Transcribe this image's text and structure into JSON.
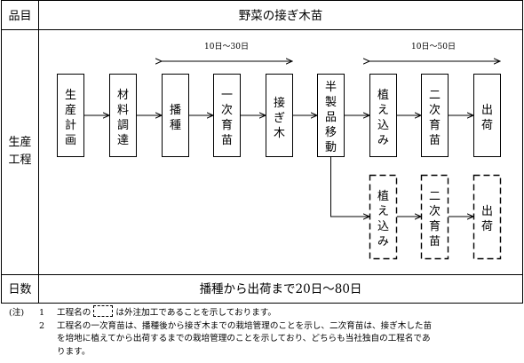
{
  "table": {
    "header_label": "品目",
    "title": "野菜の接ぎ木苗",
    "row_label_line1": "生産",
    "row_label_line2": "工程",
    "days_label": "日数",
    "days_value": "播種から出荷まで20日～80日"
  },
  "durations": {
    "first": "10日～30日",
    "second": "10日～50日"
  },
  "steps": {
    "production_plan": [
      "生",
      "産",
      "計",
      "画"
    ],
    "materials": [
      "材",
      "料",
      "調",
      "達"
    ],
    "sowing": [
      "播",
      "種"
    ],
    "primary_seedling": [
      "一",
      "次",
      "育",
      "苗"
    ],
    "grafting": [
      "接",
      "ぎ",
      "木"
    ],
    "transfer": [
      "半",
      "製",
      "品",
      "移",
      "動"
    ],
    "planting": [
      "植",
      "え",
      "込",
      "み"
    ],
    "secondary_seedling": [
      "二",
      "次",
      "育",
      "苗"
    ],
    "shipping": [
      "出",
      "荷"
    ],
    "ext_planting": [
      "植",
      "え",
      "込",
      "み"
    ],
    "ext_secondary_seedling": [
      "二",
      "次",
      "育",
      "苗"
    ],
    "ext_shipping": [
      "出",
      "荷"
    ]
  },
  "notes": {
    "mark": "(注)",
    "n1_num": "1",
    "n1_before": "工程名の",
    "n1_after": "は外注加工であることを示しております。",
    "n2_num": "2",
    "n2_line1": "工程名の一次育苗は、播種後から接ぎ木までの栽培管理のことを示し、二次育苗は、接ぎ木した苗",
    "n2_line2": "を培地に植えてから出荷するまでの栽培管理のことを示しており、どちらも当社独自の工程名であ",
    "n2_line3": "ります。"
  }
}
